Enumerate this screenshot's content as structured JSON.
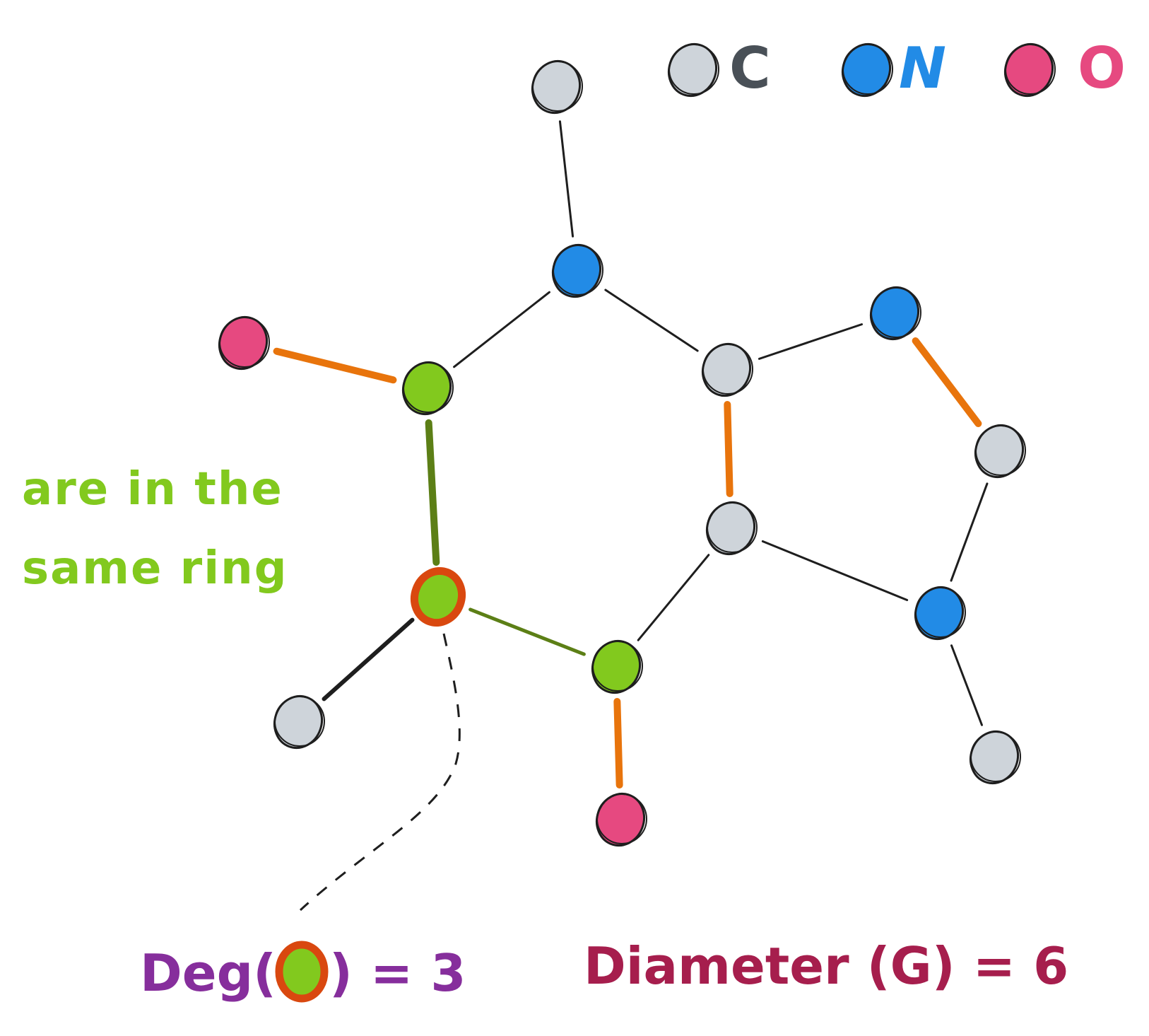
{
  "colors": {
    "carbon": "#ced4da",
    "nitrogen": "#228be6",
    "oxygen": "#e64980",
    "ring_highlight": "#82c91e",
    "bond_double": "#e8740c",
    "ring_bond": "#5c7f16",
    "degree_highlight": "#d9480f",
    "degree_text": "#862e9c",
    "diameter_text": "#a61e4d",
    "carbon_text": "#495057"
  },
  "legend": [
    {
      "element": "carbon",
      "label": "C"
    },
    {
      "element": "nitrogen",
      "label": "N"
    },
    {
      "element": "oxygen",
      "label": "O"
    }
  ],
  "annotation": {
    "line1": "are in the",
    "line2": "same ring"
  },
  "degree": {
    "prefix": "Deg(",
    "suffix": ") = 3"
  },
  "diameter": {
    "text": "Diameter (G) = 6"
  },
  "atoms": [
    {
      "id": "c_top",
      "element": "carbon"
    },
    {
      "id": "n1",
      "element": "nitrogen"
    },
    {
      "id": "o_left",
      "element": "oxygen"
    },
    {
      "id": "g1",
      "element": "ring_highlight"
    },
    {
      "id": "c_ring_a",
      "element": "carbon"
    },
    {
      "id": "n2",
      "element": "nitrogen"
    },
    {
      "id": "c_right",
      "element": "carbon"
    },
    {
      "id": "c_ring_b",
      "element": "carbon"
    },
    {
      "id": "n3",
      "element": "nitrogen"
    },
    {
      "id": "g2",
      "element": "ring_highlight",
      "highlighted": true
    },
    {
      "id": "g3",
      "element": "ring_highlight"
    },
    {
      "id": "c_bottom_left",
      "element": "carbon"
    },
    {
      "id": "o_bottom",
      "element": "oxygen"
    },
    {
      "id": "c_bottom_right",
      "element": "carbon"
    }
  ],
  "bonds": [
    {
      "a": "c_top",
      "b": "n1",
      "type": "single"
    },
    {
      "a": "n1",
      "b": "g1",
      "type": "single"
    },
    {
      "a": "n1",
      "b": "c_ring_a",
      "type": "single"
    },
    {
      "a": "o_left",
      "b": "g1",
      "type": "double"
    },
    {
      "a": "g1",
      "b": "g2",
      "type": "ring"
    },
    {
      "a": "g2",
      "b": "g3",
      "type": "ring-thin"
    },
    {
      "a": "g2",
      "b": "c_bottom_left",
      "type": "single-bold"
    },
    {
      "a": "g3",
      "b": "c_ring_b",
      "type": "single"
    },
    {
      "a": "g3",
      "b": "o_bottom",
      "type": "double"
    },
    {
      "a": "c_ring_a",
      "b": "n2",
      "type": "single"
    },
    {
      "a": "c_ring_a",
      "b": "c_ring_b",
      "type": "double"
    },
    {
      "a": "n2",
      "b": "c_right",
      "type": "double"
    },
    {
      "a": "c_right",
      "b": "n3",
      "type": "single"
    },
    {
      "a": "c_ring_b",
      "b": "n3",
      "type": "single"
    },
    {
      "a": "n3",
      "b": "c_bottom_right",
      "type": "single"
    }
  ]
}
